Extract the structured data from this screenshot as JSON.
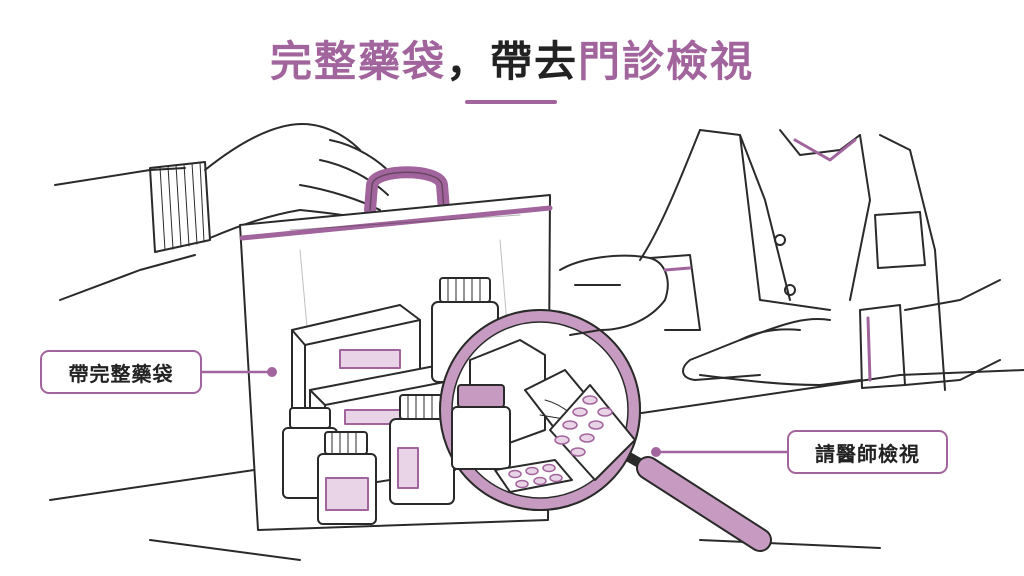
{
  "title": {
    "part1": "完整藥袋",
    "separator": "，",
    "part2": "帶去",
    "part3": "門診檢視"
  },
  "callouts": {
    "left": "帶完整藥袋",
    "right": "請醫師檢視"
  },
  "colors": {
    "accent": "#a2649c",
    "accent_light": "#e9d3e6",
    "ink": "#2a2a2a",
    "text_dark": "#222222"
  }
}
